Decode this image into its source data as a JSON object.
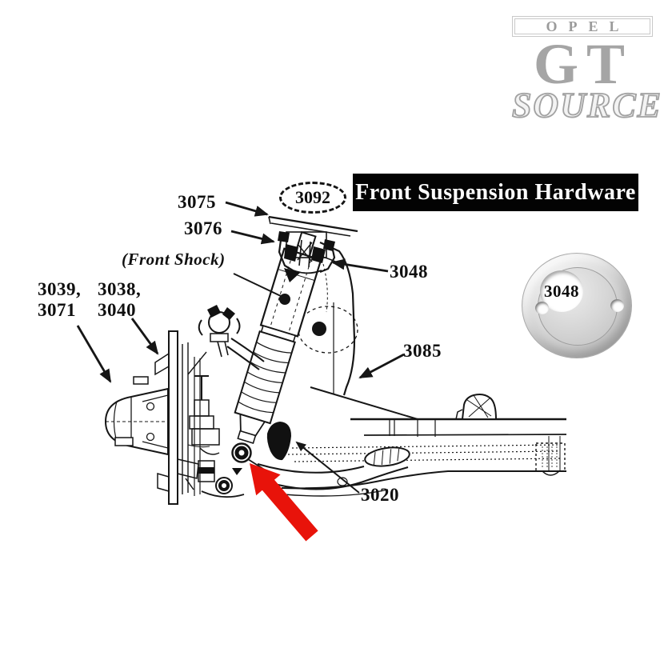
{
  "logo": {
    "opel": "OPEL",
    "gt": "GT",
    "source": "SOURCE"
  },
  "banner": {
    "title": "Front Suspension Hardware"
  },
  "part_photo": {
    "label": "3048"
  },
  "diagram": {
    "labels": {
      "l3075": "3075",
      "l3076": "3076",
      "l3092": "3092",
      "l3048": "3048",
      "l3039": "3039,",
      "l3071": "3071",
      "l3038": "3038,",
      "l3040": "3040",
      "l3085": "3085",
      "l3020": "3020",
      "front_shock": "(Front Shock)"
    },
    "colors": {
      "highlight_arrow": "#e8130a",
      "line": "#161616",
      "banner_bg": "#030303",
      "logo_gray": "#a5a5a5"
    }
  }
}
